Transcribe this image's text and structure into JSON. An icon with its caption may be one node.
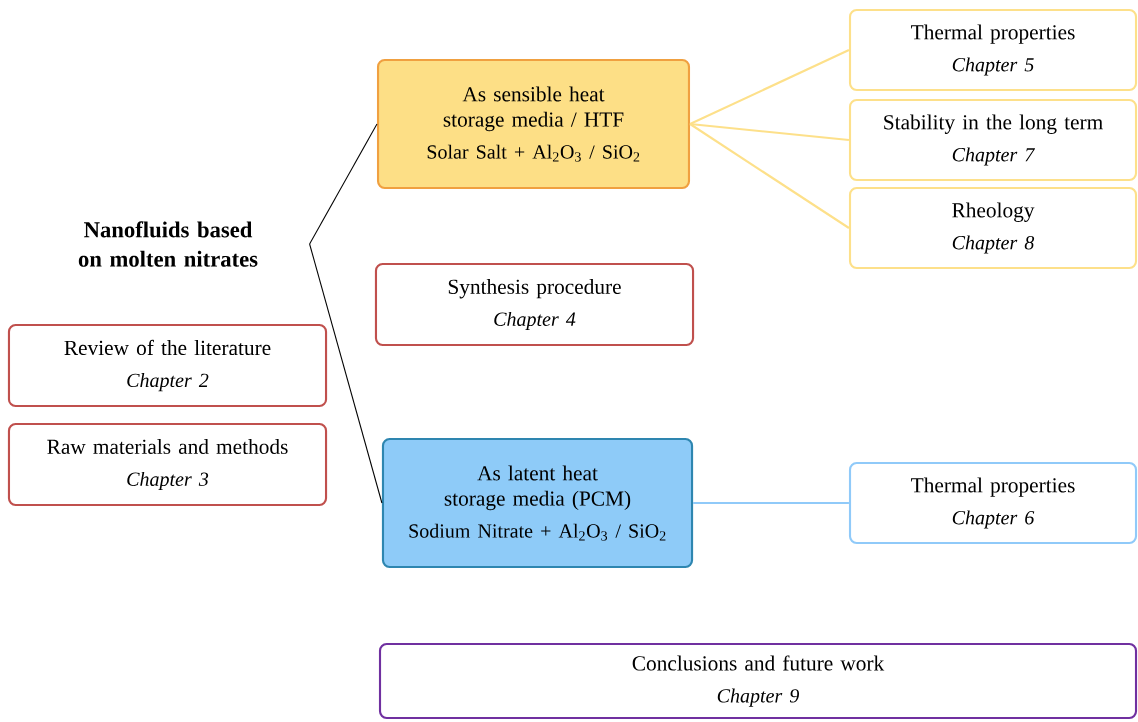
{
  "diagram": {
    "nodes": [
      {
        "text": [
          "Nanofluids based on molten nitrates"
        ]
      },
      {
        "text": [
          "As sensible heat storage media / HTF",
          "Solar Salt + Al$_{2}$O$_{3}$ / SiO$_{2}$"
        ]
      },
      {
        "text": [
          "Thermal properties",
          "Chapter 5"
        ]
      },
      {
        "text": [
          "Stability in the long term",
          "Chapter 7"
        ]
      },
      {
        "text": [
          "Rheology",
          "Chapter 8"
        ]
      },
      {
        "text": [
          "Synthesis procedure",
          "Chapter 4"
        ]
      },
      {
        "text": [
          "Review of the literature",
          "Chapter 2"
        ]
      },
      {
        "text": [
          "Raw materials and methods",
          "Chapter 3"
        ]
      },
      {
        "text": [
          "As latent heat storage media (PCM)",
          "Sodium Nitrate + Al$_{2}$O$_{3}$ / SiO$_{2}$"
        ]
      },
      {
        "text": [
          "Thermal properties",
          "Chapter 6"
        ]
      },
      {
        "text": [
          "Conclusions and future work",
          "Chapter 9"
        ]
      }
    ],
    "edges": [
      {
        "from": 0,
        "to": 1,
        "arrow": "none",
        "color": "#000000"
      },
      {
        "from": 0,
        "to": 8,
        "arrow": "none",
        "color": "#000000"
      },
      {
        "from": 1,
        "to": 2,
        "arrow": "none",
        "color": "#fde08a"
      },
      {
        "from": 1,
        "to": 3,
        "arrow": "none",
        "color": "#fde08a"
      },
      {
        "from": 1,
        "to": 4,
        "arrow": "none",
        "color": "#fde08a"
      },
      {
        "from": 8,
        "to": 9,
        "arrow": "none",
        "color": "#90caf9"
      }
    ]
  }
}
